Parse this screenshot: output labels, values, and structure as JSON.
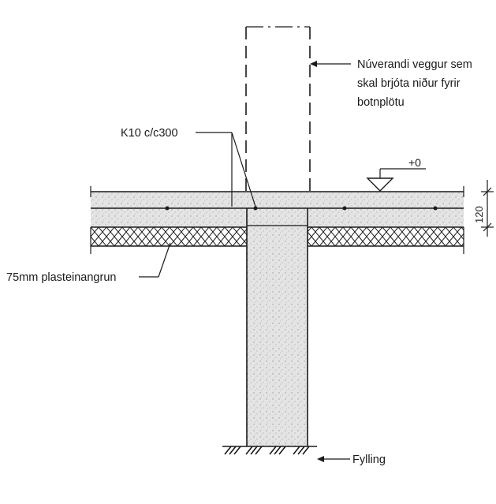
{
  "labels": {
    "existing_wall_line1": "Núverandi veggur sem",
    "existing_wall_line2": "skal brjóta niður fyrir",
    "existing_wall_line3": "botnplötu",
    "rebar": "K10 c/c300",
    "level": "+0",
    "slab_thickness": "120",
    "insulation": "75mm plasteinangrun",
    "fill": "Fylling"
  },
  "colors": {
    "line": "#1a1a1a",
    "concrete_fill": "#e4e4e4"
  }
}
